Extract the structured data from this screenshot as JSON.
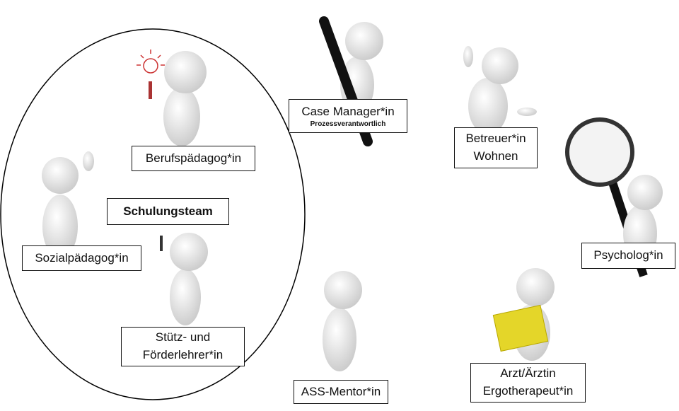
{
  "team": {
    "title": "Schulungsteam"
  },
  "roles": {
    "berufspaedagoge": "Berufspädagog*in",
    "sozialpaedagoge": "Sozialpädagog*in",
    "stuetz_line1": "Stütz- und",
    "stuetz_line2": "Förderlehrer*in",
    "case_manager": "Case Manager*in",
    "case_manager_sub": "Prozessverantwortlich",
    "betreuer_line1": "Betreuer*in",
    "betreuer_line2": "Wohnen",
    "psychologe": "Psycholog*in",
    "ass_mentor": "ASS-Mentor*in",
    "arzt_line1": "Arzt/Ärztin",
    "arzt_line2": "Ergotherapeut*in"
  }
}
